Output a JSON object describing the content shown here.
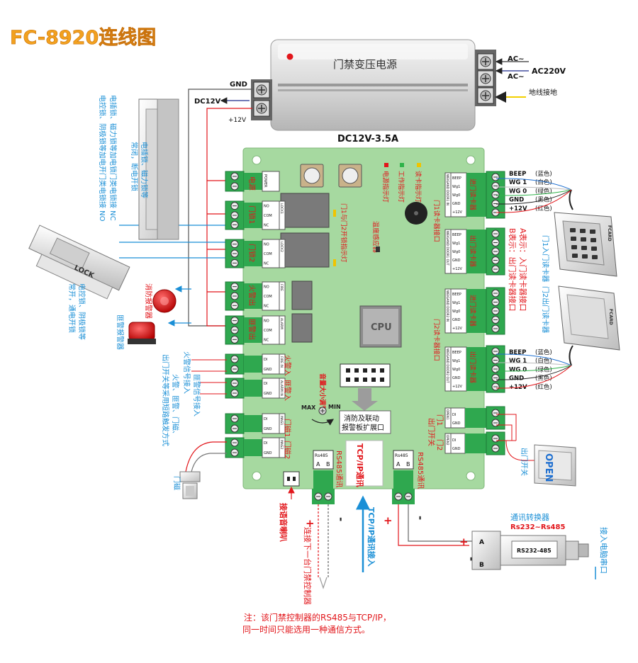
{
  "title": "FC-8920连线图",
  "power": {
    "label": "门禁变压电源",
    "rating": "DC12V-3.5A",
    "gnd": "GND",
    "dc12v": "DC12V",
    "plus12v": "+12V",
    "ac1": "AC~",
    "ac2": "AC~",
    "ac220": "AC220V",
    "earth": "地线接地"
  },
  "left_notes": {
    "lock_desc_1": "电插锁、磁力锁等加电锁门类电锁接 NC",
    "lock_desc_2": "电控锁、阴极锁等加电开门类电锁接 NO",
    "lock_mag_1": "电插锁、磁力锁等",
    "lock_mag_2": "常闭，断电开锁",
    "lock_ctrl_1": "电控锁、阴极锁等",
    "lock_ctrl_2": "常开，通电开锁",
    "lock_label": "LOCK",
    "fire_alarm": "消防报警器",
    "alarm_light": "匪警报警器",
    "fire_in": "火警信号接入",
    "alarm_in": "匪警信号接入",
    "sensor_note_1": "火警、匪警、门磁、",
    "sensor_note_2": "出门开关等采用短路触发方式",
    "door_contact": "门磁",
    "speaker": "接语音喇叭"
  },
  "board": {
    "power_label": "电源",
    "door_lock1": "门锁1",
    "door_lock2": "门锁2",
    "fire_out": "火警出",
    "alarm_out": "匪警出",
    "fire_in": "火警入",
    "alarm_in": "匪警入",
    "mag1": "门磁1",
    "mag2": "门磁2",
    "led_power": "电源指示灯",
    "led_work": "工作指示灯",
    "led_card": "读卡指示灯",
    "led_lock": "门1与门2开锁指示灯",
    "temp": "温度感应器",
    "cpu": "CPU",
    "volume": "音量大小调节",
    "max": "MAX",
    "min": "MIN",
    "expansion_1": "消防及联动",
    "expansion_2": "报警板扩展口",
    "rs485_left": "RS485通讯",
    "tcpip": "TCP/IP通讯",
    "rs485_right": "RS485通讯",
    "rs485": "Rs485",
    "a": "A",
    "b": "B",
    "pin_power": "POWER",
    "pin_no": "NO",
    "pin_com": "COM",
    "pin_nc": "NC",
    "pin_lock1": "LOCK1",
    "pin_lock2": "LOCK2",
    "pin_fire": "FIRE",
    "pin_alarm": "ALARM",
    "pin_di": "DI",
    "pin_gnd": "GND",
    "pin_firein": "FIRE IN",
    "pin_alarmin": "ALARM IN",
    "pin_mag1": "MAG1",
    "pin_mag2": "MAG2",
    "pin_beep": "BEEP",
    "pin_wg1": "Wg1",
    "pin_wg0": "Wg0",
    "pin_12v": "+12V",
    "pin_open1": "OPEN1",
    "pin_open2": "OPEN2",
    "wiegand1_in": "WEIGAND DOOR1 IN",
    "wiegand1_out": "WEIGAND DOOR1 OUT",
    "wiegand2_in": "WEIGAND DOOR2 IN",
    "wiegand2_out": "WEIGAND DOOR2 OUT",
    "reader_in": "进门读卡器",
    "reader_out": "出门读卡器",
    "door1_reader": "门1读卡器接口",
    "door2_reader": "门2读卡器接口",
    "door1_exit": "门1",
    "door2_exit": "门2",
    "exit_switch": "出门开关"
  },
  "right": {
    "wires": [
      {
        "name": "BEEP",
        "color": "(蓝色)"
      },
      {
        "name": "WG 1",
        "color": "(白色)"
      },
      {
        "name": "WG 0",
        "color": "(绿色)"
      },
      {
        "name": "GND",
        "color": "(黑色)"
      },
      {
        "name": "+12V",
        "color": "(红色)"
      }
    ],
    "a_desc": "A表示：入门读卡器接口",
    "b_desc": "B表示：出门读卡器接口",
    "reader1": "门1入门读卡器",
    "reader2": "门2出门读卡器",
    "fcard": "FCARD",
    "exit_button": "OPEN",
    "exit_label": "出门开关"
  },
  "bottom": {
    "next_ctrl": "连接下一台门禁控制器",
    "tcpip_in": "TCP/IP通讯接入",
    "converter": "通讯转换器",
    "converter_type": "Rs232~Rs485",
    "converter_model": "RS232-485",
    "pc_port": "接入电脑串口",
    "plus": "+",
    "minus": "-",
    "a": "A",
    "b": "B",
    "note_1": "注：该门禁控制器的RS485与TCP/IP，",
    "note_2": "同一时间只能选用一种通信方式。"
  },
  "colors": {
    "board": "#a6d9a0",
    "terminal": "#2fa84f",
    "title_orange": "#f2a11f",
    "red": "#e2161b",
    "blue": "#1a8fd6",
    "wire_blue": "#1e6fd0"
  }
}
